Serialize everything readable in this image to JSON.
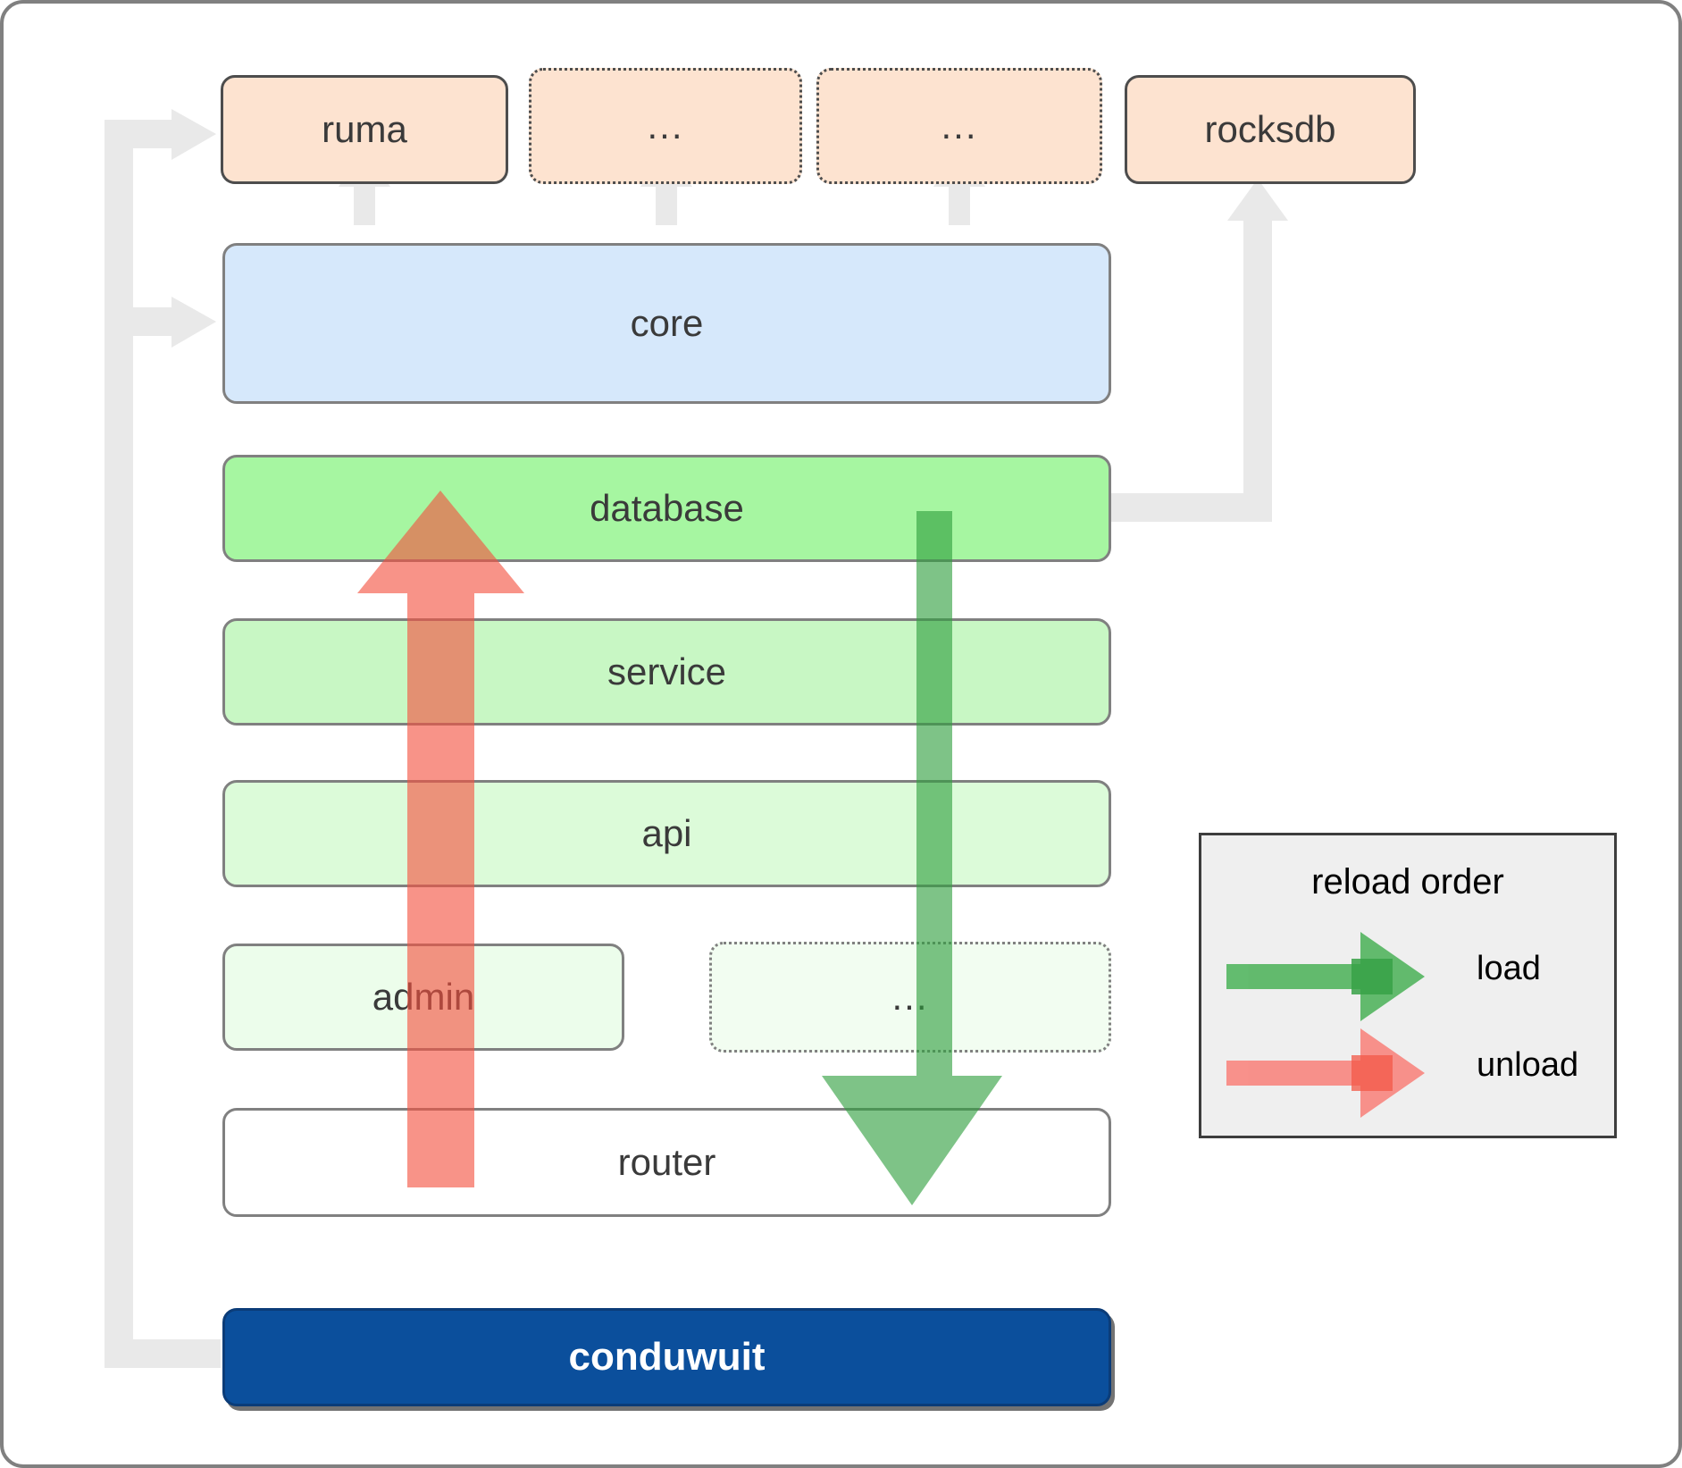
{
  "diagram": {
    "title": "conduwuit crate dependency and reload order diagram",
    "colors": {
      "dependency_fill": "#fde3d0",
      "core_fill": "#d6e8fb",
      "database_fill": "#a6f6a1",
      "service_fill": "#c8f7c4",
      "api_fill": "#dcfbd9",
      "admin_fill": "#ecfdeb",
      "router_fill": "#ffffff",
      "conduwuit_fill": "#0b4f9c",
      "load_arrow": "#4caf50",
      "unload_arrow": "#f66",
      "connector": "#e8e8e8",
      "border_dark": "#4d4d4d",
      "border_gray": "#808080",
      "legend_bg": "#efefef"
    },
    "dependencies": [
      {
        "label": "ruma",
        "style": "solid"
      },
      {
        "label": "...",
        "style": "dotted"
      },
      {
        "label": "...",
        "style": "dotted"
      },
      {
        "label": "rocksdb",
        "style": "solid"
      }
    ],
    "core": {
      "label": "core"
    },
    "stack": [
      {
        "label": "database",
        "style": "solid"
      },
      {
        "label": "service",
        "style": "solid"
      },
      {
        "label": "api",
        "style": "solid"
      },
      {
        "label": "admin",
        "style": "solid"
      },
      {
        "label": "...",
        "style": "dotted"
      },
      {
        "label": "router",
        "style": "solid"
      }
    ],
    "app": {
      "label": "conduwuit"
    },
    "legend": {
      "title": "reload order",
      "items": [
        {
          "label": "load",
          "color": "#4caf50",
          "direction": "down"
        },
        {
          "label": "unload",
          "color": "#f87171",
          "direction": "up"
        }
      ]
    }
  }
}
